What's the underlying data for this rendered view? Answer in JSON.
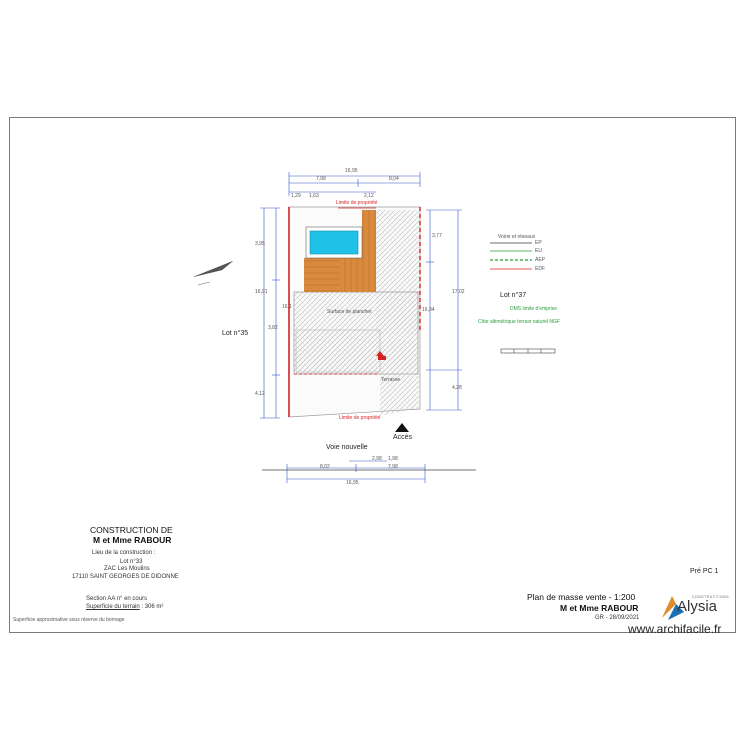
{
  "plan": {
    "lot_west": "Lot n°35",
    "lot_east": "Lot n°37",
    "road": "Voie nouvelle",
    "access": "Accès",
    "house_label": "Surface de plancher",
    "terrace_label": "Terrasse",
    "dims_top": [
      "16,95",
      "7,98",
      "8,04"
    ],
    "dims_top_small": [
      "1,29",
      "1,63",
      "2,12"
    ],
    "dims_bottom": [
      "16,95",
      "8,02",
      "7,98"
    ],
    "dims_bottom_small": [
      "2,98",
      "1,98"
    ],
    "dims_left": [
      "3,95",
      "16,91",
      "3,82",
      "4,12"
    ],
    "dims_right": [
      "3,77",
      "17,02",
      "4,28"
    ],
    "dims_right_inner": [
      "16,34",
      "16,1"
    ],
    "notes_red": [
      "Limite de propriété",
      "Limite de propriété"
    ]
  },
  "legend": {
    "title": "Voirie et réseaux",
    "rows": [
      "EP",
      "EU",
      "AEP",
      "EDF"
    ],
    "green_line1": "DMS limite d'emprise",
    "green_line2": "Côte altimétrique terrain naturel NGF",
    "colors": {
      "row1": "#3a3a3a",
      "row2": "#2e9e3a",
      "row3": "#2e9e3a",
      "row4": "#d22222"
    }
  },
  "title_block": {
    "line1": "CONSTRUCTION DE",
    "line2": "M et Mme RABOUR",
    "site_heading": "Lieu de la construction :",
    "site_lot": "Lot n°33",
    "site_zac": "ZAC Les Moulins",
    "site_city": "17110 SAINT GEORGES DE DIDONNE",
    "section": "Section AA n° en cours",
    "surface_label": "Superficie du terrain",
    "surface_value": " : 306 m²",
    "footnote": "Superficie approximative sous réserve du bornage"
  },
  "plan_block": {
    "phase": "Pré PC 1",
    "title": "Plan de masse vente - 1:200",
    "owner": "M et Mme RABOUR",
    "ref": "GR - 28/09/2021",
    "company": "Alysia",
    "company_sub": "CONSTRUCTIONS",
    "watermark": "www.archifacile.fr"
  },
  "colors": {
    "pool": "#1fc1e6",
    "deck": "#d98a3c",
    "dims": "#3355cc",
    "limit": "#d22222",
    "frame": "#7a7a7a"
  }
}
